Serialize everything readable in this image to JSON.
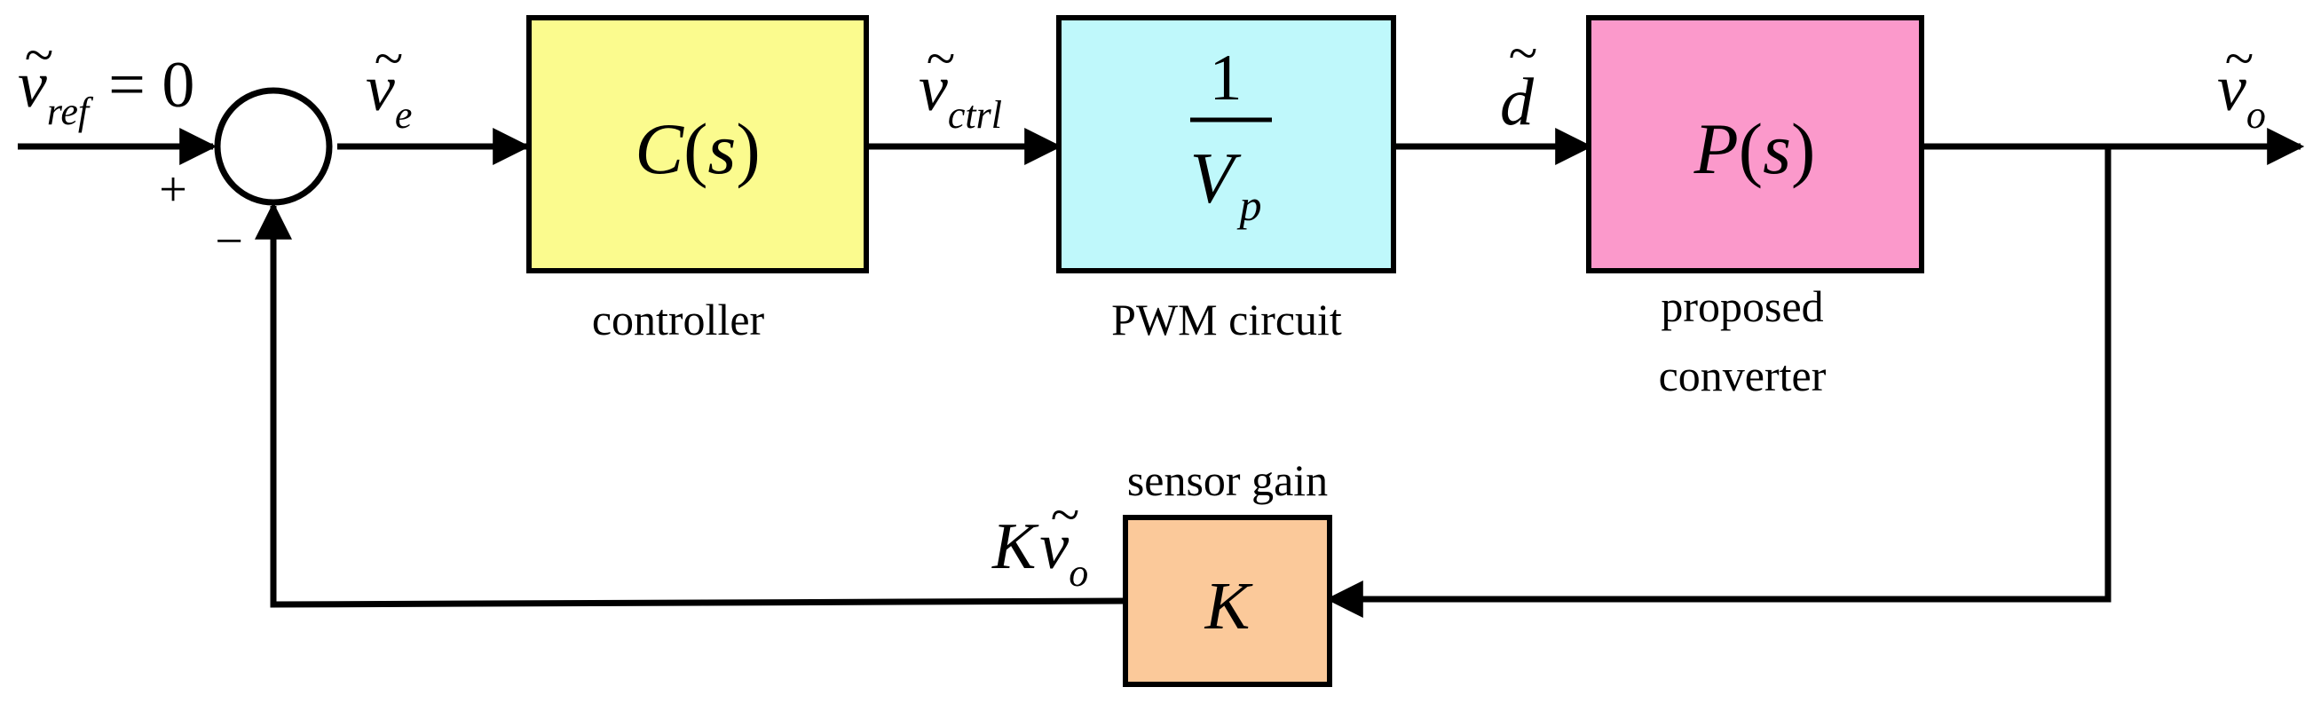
{
  "colors": {
    "controller_fill": "#fbfb8e",
    "pwm_fill": "#bff8fb",
    "converter_fill": "#fb99cb",
    "sensor_fill": "#fbc99a",
    "stroke": "#000000"
  },
  "signals": {
    "reference": {
      "tilde": "~",
      "base": "v",
      "sub": "ref",
      "suffix": "= 0"
    },
    "error": {
      "tilde": "~",
      "base": "v",
      "sub": "e"
    },
    "control": {
      "tilde": "~",
      "base": "v",
      "sub": "ctrl"
    },
    "duty": {
      "tilde": "~",
      "base": "d"
    },
    "output": {
      "tilde": "~",
      "base": "v",
      "sub": "o"
    },
    "feedback": {
      "gain": "K",
      "tilde": "~",
      "base": "v",
      "sub": "o"
    }
  },
  "summing_junction": {
    "plus": "+",
    "minus": "−"
  },
  "blocks": {
    "controller": {
      "func": "C",
      "arg": "s",
      "caption": "controller"
    },
    "pwm": {
      "numerator": "1",
      "denominator": "V",
      "denominator_sub": "p",
      "caption": "PWM circuit"
    },
    "converter": {
      "func": "P",
      "arg": "s",
      "caption_line1": "proposed",
      "caption_line2": "converter"
    },
    "sensor": {
      "symbol": "K",
      "caption": "sensor gain"
    }
  }
}
